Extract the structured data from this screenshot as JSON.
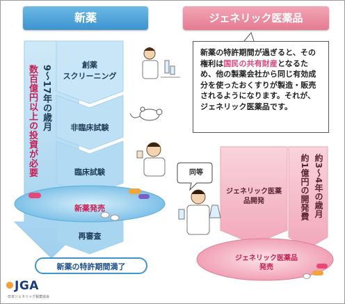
{
  "banners": {
    "new_drug": "新薬",
    "generic": "ジェネリック医薬品"
  },
  "info_box": {
    "part1": "新薬の特許期間が過ぎると、その権利は",
    "highlight": "国民の共有財産",
    "part2": "となるため、他の製薬会社から同じ有効成分を使ったおくすりが製造・販売されるようになります。それが、ジェネリック医薬品です。"
  },
  "new_drug_flow": {
    "steps": [
      "創薬",
      "スクリーニング",
      "非臨床試験",
      "臨床試験",
      "新薬発売",
      "再審査"
    ],
    "patent_expiry": "新薬の特許期間満了",
    "duration_label": "9〜17年の歳月",
    "cost_label": "数百億円以上の投資が必要"
  },
  "generic_flow": {
    "equivalent_label": "同等",
    "development": "ジェネリック医薬品開発",
    "duration_label": "約3〜4年の歳月",
    "cost_label": "約1億円の開発費",
    "launch": "ジェネリック医薬品発売"
  },
  "logo": {
    "name": "JGA",
    "subtitle": "日本ジェネリック製薬協会"
  },
  "colors": {
    "blue_light": "#b9def3",
    "blue_mid": "#8fc9ea",
    "blue_dark": "#3d93cf",
    "pink_light": "#f7c6d2",
    "pink_dark": "#e57a91",
    "highlight": "#e0457b"
  }
}
